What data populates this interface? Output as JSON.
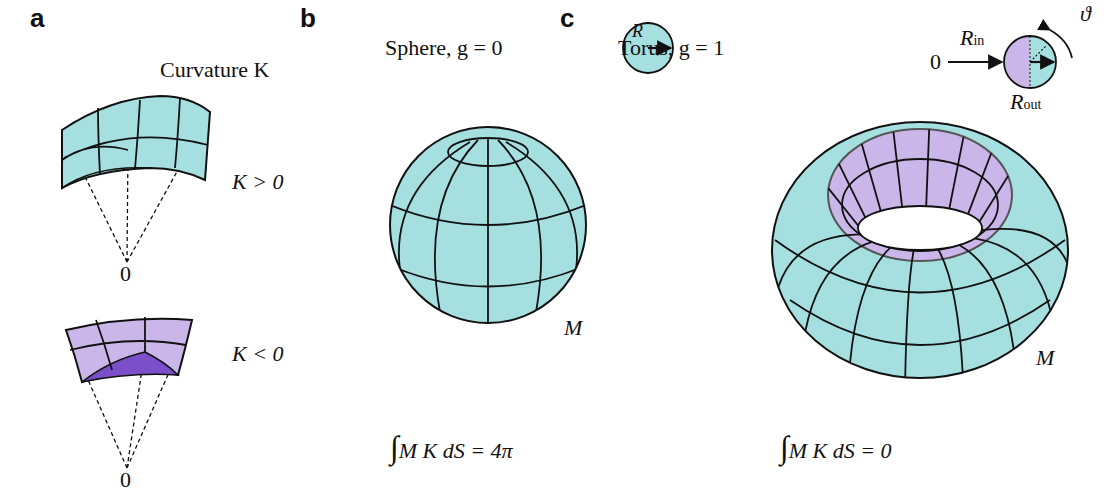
{
  "diagram": {
    "labels": [
      "a",
      "b",
      "c",
      "Curvature K",
      "K > 0",
      "0",
      "K < 0",
      "0",
      "Sphere, g = 0",
      "R",
      "M",
      "∫M K dS = 4π",
      "Torus, g = 1",
      "0",
      "Rin",
      "ϑ",
      "Rout",
      "M",
      "∫M K dS = 0"
    ]
  }
}
